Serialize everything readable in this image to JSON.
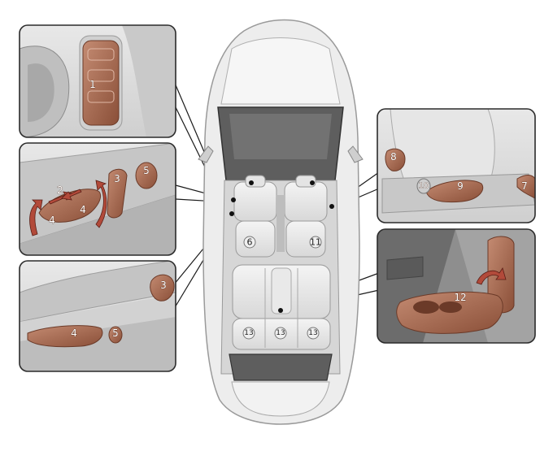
{
  "callouts": {
    "c1": "1",
    "c2": "2",
    "c3a": "3",
    "c4a": "4",
    "c4b": "4",
    "c5a": "5",
    "c6": "6",
    "c7": "7",
    "c8": "8",
    "c9": "9",
    "c10": "10",
    "c11": "11",
    "c12": "12",
    "c13a": "13",
    "c13b": "13",
    "c13c": "13",
    "c3b": "3",
    "c4c": "4",
    "c5b": "5"
  },
  "colors": {
    "accent": "#a0624a",
    "panel_bg": "#dcdcdc",
    "panel_border": "#2b2b2b",
    "car_body": "#e6e6e6",
    "glass": "#6e6e6e"
  },
  "icons": [
    "arrow-icon",
    "callout-dot-icon"
  ]
}
